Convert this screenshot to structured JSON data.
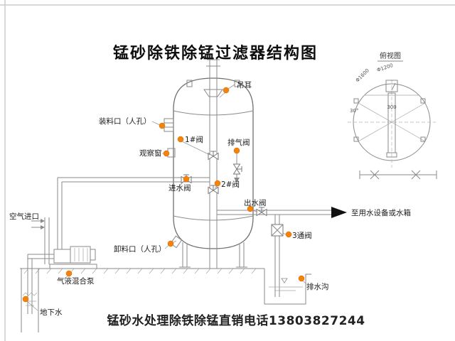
{
  "page": {
    "title": "锰砂除铁除锰过滤器结构图",
    "caption": "锰砂水处理除铁除锰直销电话13803827244"
  },
  "top_view": {
    "label": "俯视图",
    "dims": {
      "phi1200": "Φ1200",
      "phi1600": "Φ1600",
      "d300": "300",
      "a30": "30°"
    }
  },
  "labels": {
    "lifting_lug": "吊耳",
    "feed_port": "装料口（人孔）",
    "observation_window": "观察窗",
    "valve_1": "1#阀",
    "exhaust_valve": "排气阀",
    "inlet_valve": "进水阀",
    "valve_2": "2#阀",
    "outlet_valve": "出水阀",
    "air_inlet": "空气进口",
    "discharge_port": "卸料口（人孔）",
    "three_way_valve": "3通阀",
    "to_water_equipment": "至用水设备或水箱",
    "gas_liquid_pump": "气液混合泵",
    "drain_ditch": "排水沟",
    "groundwater": "地下水"
  },
  "colors": {
    "marker_orange": "#f5820a",
    "caption_red": "#e01212",
    "line_gray": "#8a8a8a"
  }
}
